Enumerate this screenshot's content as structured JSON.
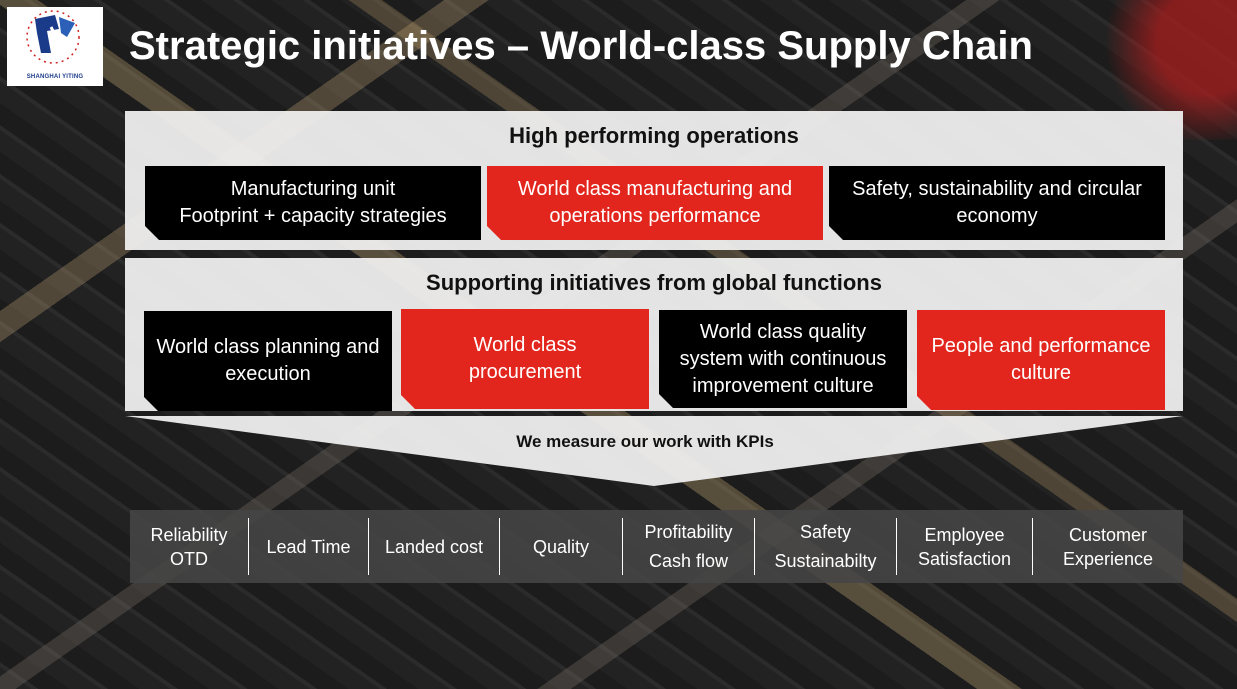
{
  "header": {
    "title": "Strategic initiatives – World-class Supply Chain",
    "logo_text": "SHANGHAI YITING"
  },
  "high_performing": {
    "heading": "High performing operations",
    "boxes": [
      {
        "text": "Manufacturing unit\nFootprint + capacity strategies",
        "color": "black"
      },
      {
        "text": "World class manufacturing and operations performance",
        "color": "red"
      },
      {
        "text": "Safety, sustainability and circular economy",
        "color": "black"
      }
    ]
  },
  "supporting": {
    "heading": "Supporting initiatives from global functions",
    "boxes": [
      {
        "text": "World class planning and execution",
        "color": "black"
      },
      {
        "text": "World class procurement",
        "color": "red"
      },
      {
        "text": "World class quality system with continuous improvement culture",
        "color": "black"
      },
      {
        "text": "People and performance culture",
        "color": "red"
      }
    ]
  },
  "kpis": {
    "caption": "We measure our work with KPIs",
    "items": [
      {
        "line1": "Reliability",
        "line2": "OTD"
      },
      {
        "line1": "Lead Time",
        "line2": ""
      },
      {
        "line1": "Landed cost",
        "line2": ""
      },
      {
        "line1": "Quality",
        "line2": ""
      },
      {
        "line1": "Profitability",
        "line2": "Cash flow"
      },
      {
        "line1": "Safety",
        "line2": "Sustainabilty"
      },
      {
        "line1": "Employee",
        "line2": "Satisfaction"
      },
      {
        "line1": "Customer",
        "line2": "Experience"
      }
    ]
  },
  "colors": {
    "red": "#e3261d",
    "black": "#000000",
    "panel": "#f0f0f0",
    "kpi_bar": "#464646"
  }
}
